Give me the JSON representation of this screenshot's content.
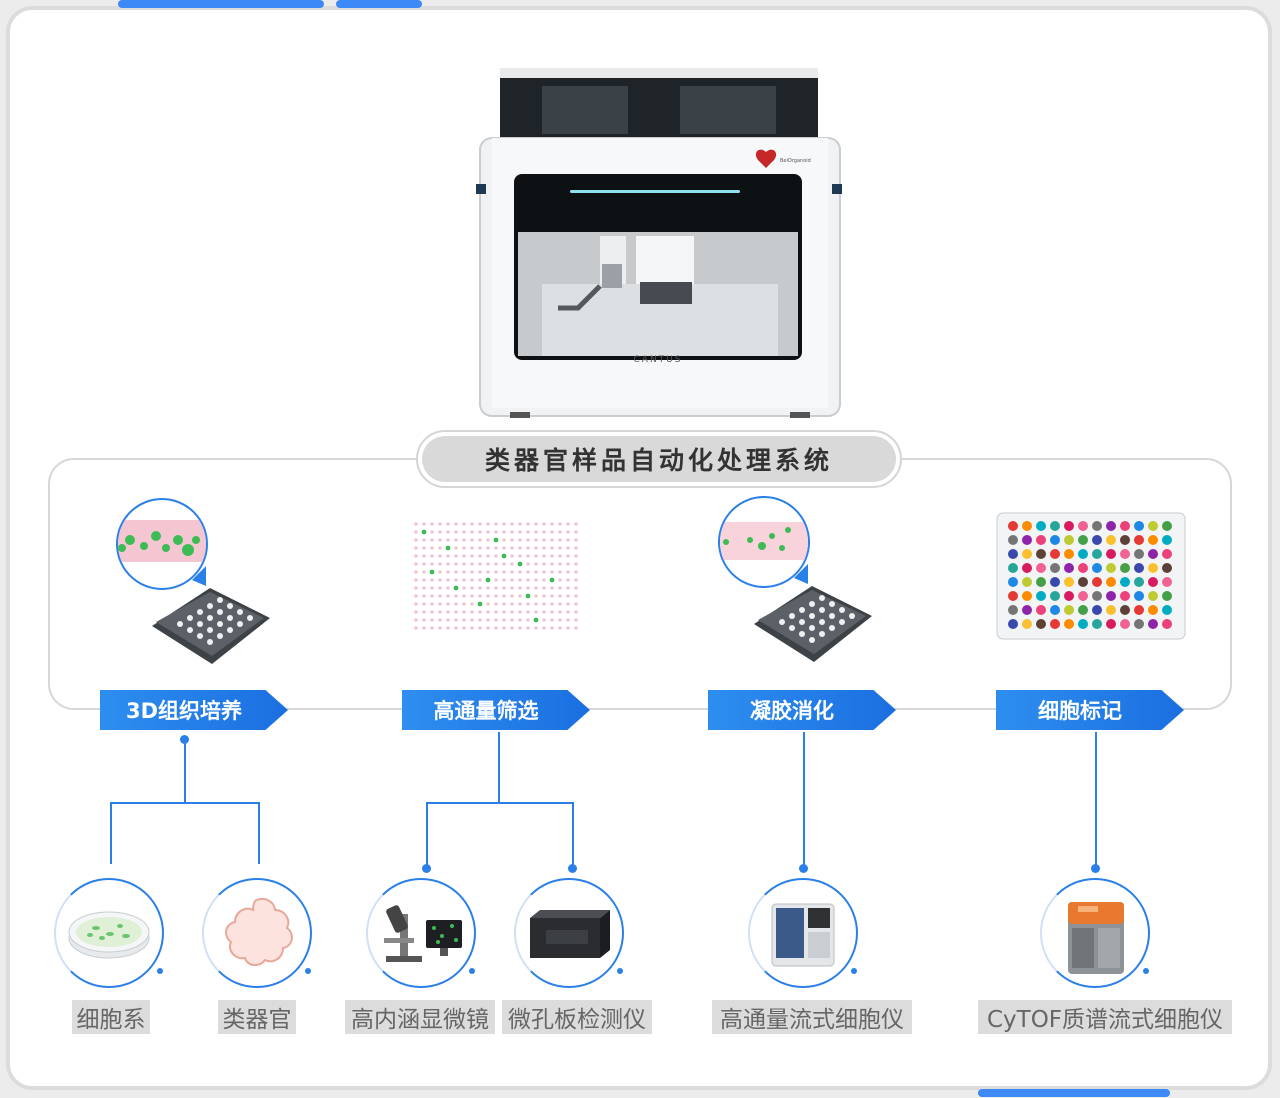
{
  "system_title": "类器官样品自动化处理系统",
  "machine": {
    "brand_text": "BeiOrganoid",
    "model_text": "CANTUS"
  },
  "steps": [
    {
      "label": "3D组织培养"
    },
    {
      "label": "高通量筛选"
    },
    {
      "label": "凝胶消化"
    },
    {
      "label": "细胞标记"
    }
  ],
  "devices": [
    {
      "label": "细胞系",
      "icon": "petri-dish-icon"
    },
    {
      "label": "类器官",
      "icon": "organoid-icon"
    },
    {
      "label": "高内涵显微镜",
      "icon": "microscope-icon"
    },
    {
      "label": "微孔板检测仪",
      "icon": "plate-reader-icon"
    },
    {
      "label": "高通量流式细胞仪",
      "icon": "flow-cytometer-icon"
    },
    {
      "label": "CyTOF质谱流式细胞仪",
      "icon": "cytof-icon"
    }
  ],
  "colors": {
    "accent": "#2a7fe8",
    "pill_bg": "#d9d9d9",
    "cell_green": "#3dbb55",
    "pink": "#f2c7d3"
  }
}
